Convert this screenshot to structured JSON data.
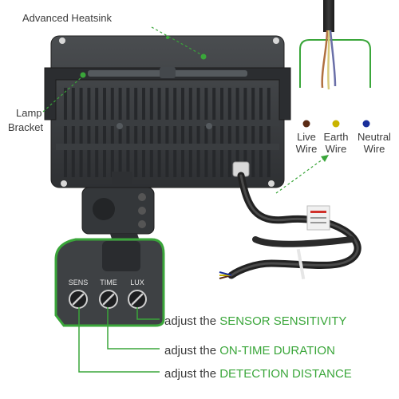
{
  "callouts": {
    "heatsink": "Advanced Heatsink",
    "bracket_line1": "Lamp",
    "bracket_line2": "Bracket"
  },
  "wires": [
    {
      "line1": "Live",
      "line2": "Wire",
      "color": "#5a2a14"
    },
    {
      "line1": "Earth",
      "line2": "Wire",
      "color": "#c9b400"
    },
    {
      "line1": "Neutral",
      "line2": "Wire",
      "color": "#1a2f9a"
    }
  ],
  "sensor_knobs": [
    "SENS",
    "TIME",
    "LUX"
  ],
  "adjustments": [
    {
      "prefix": "adjust the",
      "highlight": "SENSOR SENSITIVITY"
    },
    {
      "prefix": "adjust the",
      "highlight": "ON-TIME DURATION"
    },
    {
      "prefix": "adjust the",
      "highlight": "DETECTION DISTANCE"
    }
  ],
  "colors": {
    "accent_green": "#3aa63a",
    "housing": "#3c3f42"
  }
}
